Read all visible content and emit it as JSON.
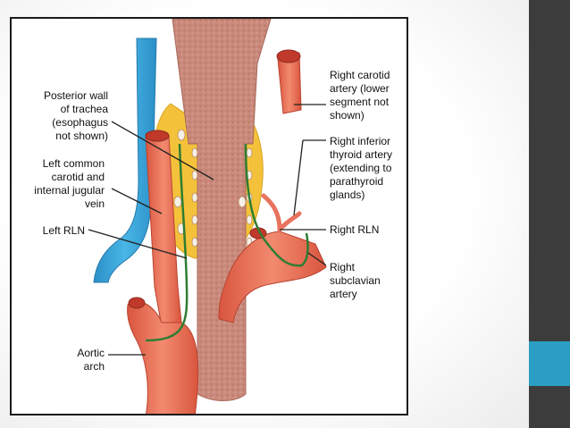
{
  "labels": {
    "posterior_wall_trachea": "Posterior wall\nof trachea\n(esophagus\nnot shown)",
    "left_common_carotid": "Left common\ncarotid and\ninternal jugular\nvein",
    "left_rln": "Left RLN",
    "aortic_arch": "Aortic\narch",
    "right_carotid_artery": "Right carotid\nartery (lower\nsegment not\nshown)",
    "right_inferior_thyroid_artery": "Right inferior\nthyroid artery\n(extending to\nparathyroid\nglands)",
    "right_rln": "Right RLN",
    "right_subclavian_artery": "Right\nsubclavian\nartery"
  },
  "colors": {
    "side_panel": "#3c3c3c",
    "side_accent": "#2a9ec4",
    "artery": "#e8735e",
    "vein": "#3aa7dc",
    "trachea": "#c98a7c",
    "thyroid": "#f4c23a",
    "nerve": "#2e7d32"
  }
}
